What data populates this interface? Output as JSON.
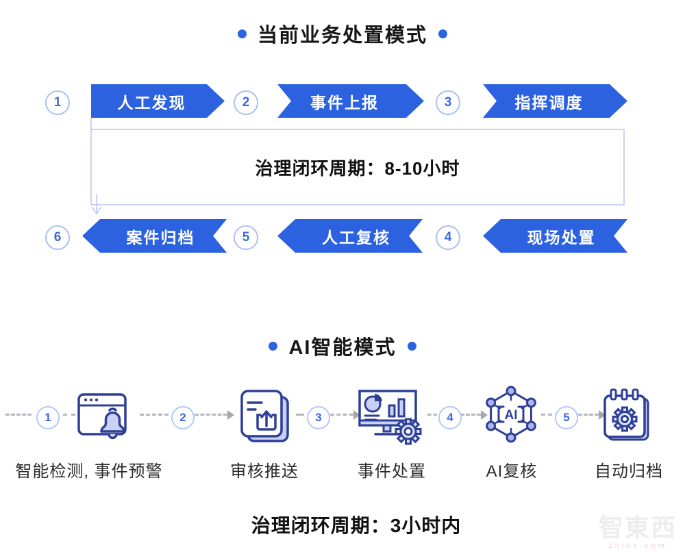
{
  "colors": {
    "arrow_blue": "#2c62e0",
    "circle_border": "#a9c0f0",
    "circle_text": "#3b6ae0",
    "loop_box_border": "#b7c3ef",
    "icon_stroke": "#2e3f96",
    "icon_fill": "#c9d2f4",
    "dash_gray": "#b4b7bf",
    "title_text": "#161616"
  },
  "section1": {
    "title": "当前业务处置模式",
    "row1": [
      {
        "num": "1",
        "label": "人工发现"
      },
      {
        "num": "2",
        "label": "事件上报"
      },
      {
        "num": "3",
        "label": "指挥调度"
      }
    ],
    "cycle_label": "治理闭环周期：8-10小时",
    "row2": [
      {
        "num": "6",
        "label": "案件归档"
      },
      {
        "num": "5",
        "label": "人工复核"
      },
      {
        "num": "4",
        "label": "现场处置"
      }
    ]
  },
  "section2": {
    "title": "AI智能模式",
    "ai_badge": "AI",
    "steps": [
      {
        "num": "1",
        "label": "智能检测, 事件预警",
        "icon": "browser-alert-icon"
      },
      {
        "num": "2",
        "label": "审核推送",
        "icon": "document-upload-icon"
      },
      {
        "num": "3",
        "label": "事件处置",
        "icon": "monitor-analytics-gear-icon"
      },
      {
        "num": "4",
        "label": "AI复核",
        "icon": "ai-network-icon"
      },
      {
        "num": "5",
        "label": "自动归档",
        "icon": "calendar-gear-icon"
      }
    ],
    "cycle_label": "治理闭环周期：3小时内"
  },
  "watermark": {
    "logo": "智東西",
    "domain": "zhidx.com"
  }
}
